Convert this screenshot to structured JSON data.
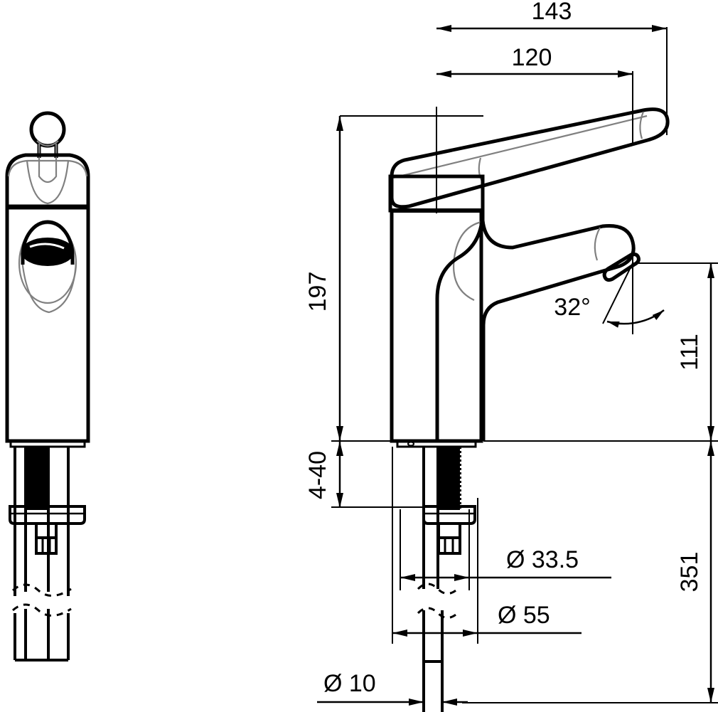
{
  "drawing": {
    "type": "technical-dimension-drawing",
    "subject": "single-lever basin mixer tap",
    "units": "mm",
    "line_color": "#000000",
    "hidden_line_color": "#808080",
    "background": "#ffffff",
    "views": [
      {
        "name": "front-view",
        "position": "left"
      },
      {
        "name": "side-view",
        "position": "right"
      }
    ]
  },
  "dimensions": {
    "width_overall": "143",
    "width_spout_reach": "120",
    "height_body": "197",
    "thickness_range": "4-40",
    "height_spout_outlet": "111",
    "length_hoses": "351",
    "angle_spout": "32°",
    "dia_base": "Ø 33.5",
    "dia_mounting_washer": "Ø 55",
    "dia_hose": "Ø 10"
  },
  "labels": [
    {
      "id": "dim-143",
      "text": "143",
      "orientation": "horizontal"
    },
    {
      "id": "dim-120",
      "text": "120",
      "orientation": "horizontal"
    },
    {
      "id": "dim-197",
      "text": "197",
      "orientation": "vertical"
    },
    {
      "id": "dim-4-40",
      "text": "4-40",
      "orientation": "vertical"
    },
    {
      "id": "dim-111",
      "text": "111",
      "orientation": "vertical"
    },
    {
      "id": "dim-351",
      "text": "351",
      "orientation": "vertical"
    },
    {
      "id": "dim-32deg",
      "text": "32°",
      "orientation": "horizontal"
    },
    {
      "id": "dim-dia-33-5",
      "text": "Ø 33.5",
      "orientation": "horizontal"
    },
    {
      "id": "dim-dia-55",
      "text": "Ø 55",
      "orientation": "horizontal"
    },
    {
      "id": "dim-dia-10",
      "text": "Ø 10",
      "orientation": "horizontal"
    }
  ]
}
